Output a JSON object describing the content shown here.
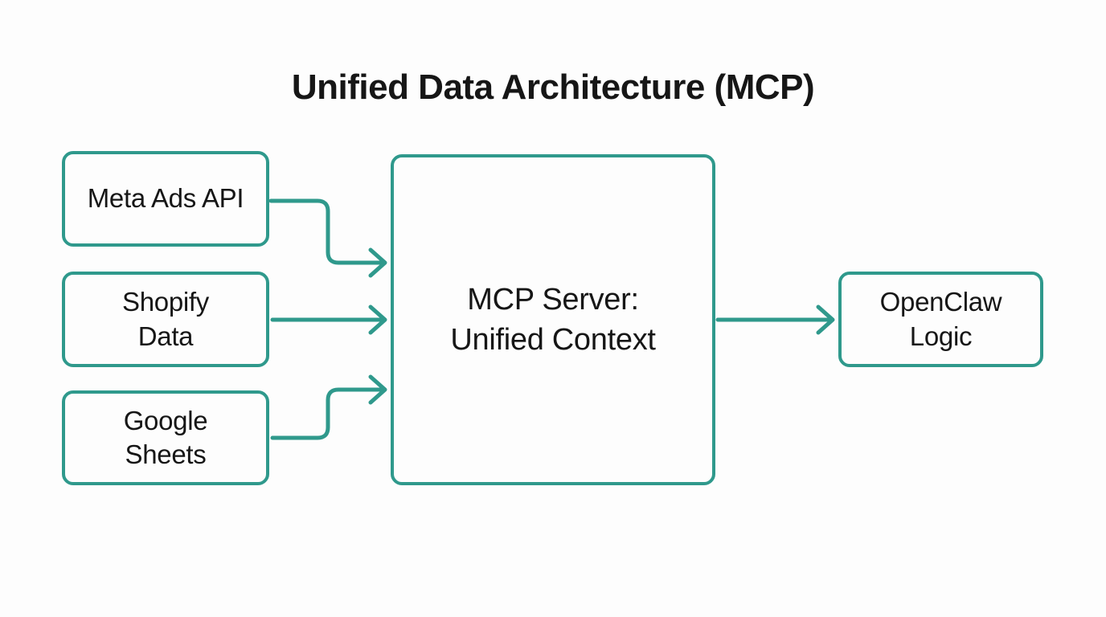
{
  "title": "Unified Data Architecture (MCP)",
  "colors": {
    "accent": "#2f998c",
    "text": "#161616",
    "background": "#fdfdfd"
  },
  "nodes": {
    "meta_ads": {
      "lines": [
        "Meta Ads API"
      ]
    },
    "shopify": {
      "lines": [
        "Shopify",
        "Data"
      ]
    },
    "google_sheets": {
      "lines": [
        "Google",
        "Sheets"
      ]
    },
    "mcp_server": {
      "lines": [
        "MCP Server:",
        "Unified Context"
      ]
    },
    "openclaw": {
      "lines": [
        "OpenClaw",
        "Logic"
      ]
    }
  },
  "edges": [
    {
      "from": "Meta Ads API",
      "to": "MCP Server: Unified Context"
    },
    {
      "from": "Shopify Data",
      "to": "MCP Server: Unified Context"
    },
    {
      "from": "Google Sheets",
      "to": "MCP Server: Unified Context"
    },
    {
      "from": "MCP Server: Unified Context",
      "to": "OpenClaw Logic"
    }
  ]
}
